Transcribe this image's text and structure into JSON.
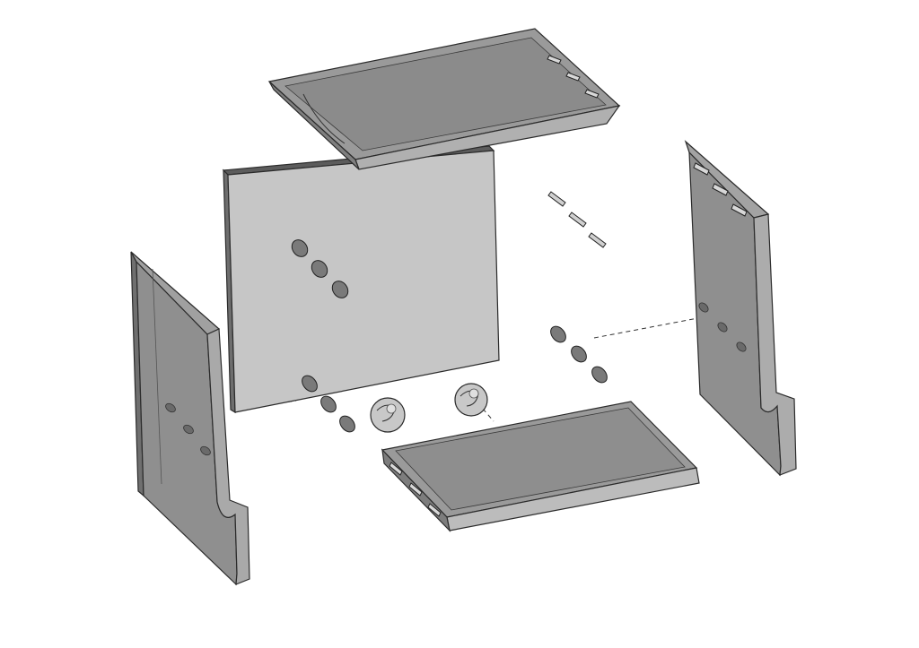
{
  "view": {
    "projection": "isometric",
    "layout": "exploded",
    "annotations": []
  },
  "parts": [
    {
      "id": "top-lid",
      "label": "",
      "shape": "tray"
    },
    {
      "id": "back-panel",
      "label": "",
      "shape": "flat-plate"
    },
    {
      "id": "left-side-panel",
      "label": "",
      "shape": "side-panel"
    },
    {
      "id": "right-side-panel",
      "label": "",
      "shape": "side-panel"
    },
    {
      "id": "bottom-tray",
      "label": "",
      "shape": "tray"
    },
    {
      "id": "top-connector-slots",
      "label": "",
      "count": 3
    },
    {
      "id": "back-panel-dowels",
      "label": "",
      "count": 3
    },
    {
      "id": "right-dowels",
      "label": "",
      "count": 3
    },
    {
      "id": "bottom-dowels",
      "label": "",
      "count": 3
    },
    {
      "id": "ball-knobs",
      "label": "",
      "count": 2
    }
  ],
  "colors": {
    "background": "#ffffff",
    "panel_dark": "#8a8a8a",
    "panel_mid": "#a5a5a5",
    "panel_light": "#c4c4c4",
    "edge": "#2b2b2b",
    "assembly_line": "#333333"
  }
}
